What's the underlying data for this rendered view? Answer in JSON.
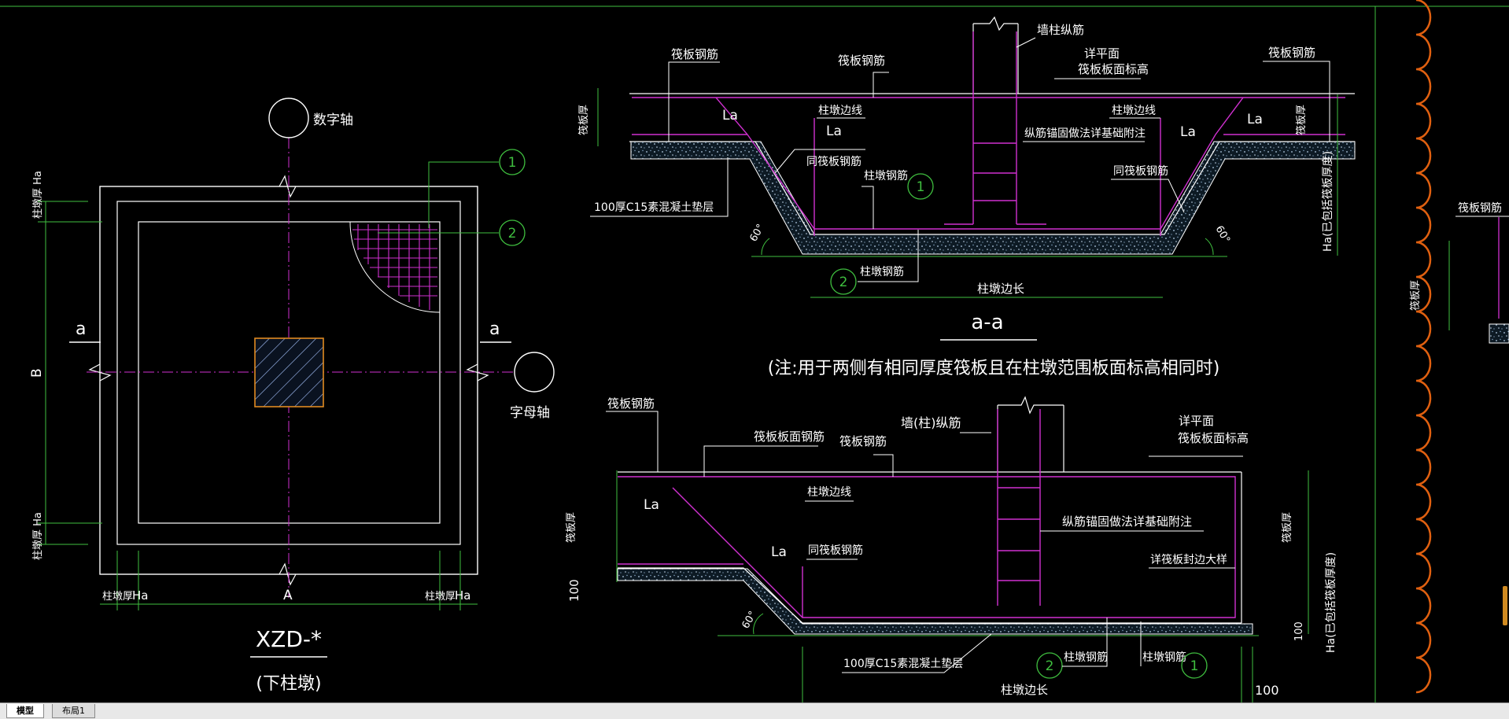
{
  "window": {
    "width": 1918,
    "height": 913
  },
  "colors": {
    "background": "#000000",
    "frame": "#3fbf3f",
    "outline": "#ffffff",
    "rebar": "#d030d0",
    "axis": "#d030d0",
    "dimension": "#3fbf3f",
    "hatch": "#a8c4ff",
    "pier": "#e08a20",
    "cloud": "#e06010",
    "tab_active": "#ffffff",
    "tab_inactive": "#dcdcdc"
  },
  "plan": {
    "axis_num_label": "数字轴",
    "axis_letter_label": "字母轴",
    "callout_1": "1",
    "callout_2": "2",
    "section_mark_left": "a",
    "section_mark_right": "a",
    "dim_B": "B",
    "dim_A": "A",
    "dim_top_left": "柱墩厚 Ha",
    "dim_bottom_left": "柱墩厚 Ha",
    "dim_bottom_a": "柱墩厚",
    "dim_bottom_b": "Ha",
    "dim_bottom_c": "柱墩厚",
    "dim_bottom_d": "Ha",
    "title": "XZD-*",
    "subtitle": "(下柱墩)"
  },
  "section_aa": {
    "raft_rebar_left": "筏板钢筋",
    "raft_rebar_mid": "筏板钢筋",
    "raft_rebar_right": "筏板钢筋",
    "wall_col_rebar": "墙柱纵筋",
    "see_plan": "详平面",
    "raft_top_elev": "筏板板面标高",
    "raft_thick_left": "筏板厚",
    "raft_thick_right": "筏板厚",
    "la_1": "La",
    "la_2": "La",
    "la_3": "La",
    "la_4": "La",
    "pier_edge_1": "柱墩边线",
    "pier_edge_2": "柱墩边线",
    "anchor_note": "纵筋锚固做法详基础附注",
    "same_raft_rebar_left": "同筏板钢筋",
    "same_raft_rebar_right": "同筏板钢筋",
    "pier_rebar_1": "柱墩钢筋",
    "pier_rebar_2": "柱墩钢筋",
    "callout_1": "1",
    "callout_2": "2",
    "bedding": "100厚C15素混凝土垫层",
    "angle_left": "60°",
    "angle_right": "60°",
    "ha_label": "Ha(已包括筏板厚度)",
    "pier_side_len": "柱墩边长",
    "title": "a-a",
    "note": "(注:用于两侧有相同厚度筏板且在柱墩范围板面标高相同时)"
  },
  "section_b": {
    "raft_rebar": "筏板钢筋",
    "raft_top_rebar": "筏板板面钢筋",
    "raft_rebar_2": "筏板钢筋",
    "wall_col_rebar": "墙(柱)纵筋",
    "see_plan": "详平面",
    "raft_top_elev": "筏板板面标高",
    "raft_thick_left": "筏板厚",
    "raft_thick_right": "筏板厚",
    "la_1": "La",
    "la_2": "La",
    "pier_edge": "柱墩边线",
    "anchor_note": "纵筋锚固做法详基础附注",
    "same_raft_rebar": "同筏板钢筋",
    "edge_detail": "详筏板封边大样",
    "dim_100_left": "100",
    "dim_100_right": "100",
    "dim_100_bottom": "100",
    "angle": "60°",
    "ha_label": "Ha(已包括筏板厚度)",
    "bedding": "100厚C15素混凝土垫层",
    "pier_rebar_1": "柱墩钢筋",
    "pier_rebar_2": "柱墩钢筋",
    "callout_1": "1",
    "callout_2": "2",
    "pier_side_len": "柱墩边长"
  },
  "partial_right": {
    "raft_rebar": "筏板钢筋",
    "raft_thick": "筏板厚"
  },
  "tabs": [
    {
      "label": "模型",
      "active": true
    },
    {
      "label": "布局1",
      "active": false
    }
  ]
}
